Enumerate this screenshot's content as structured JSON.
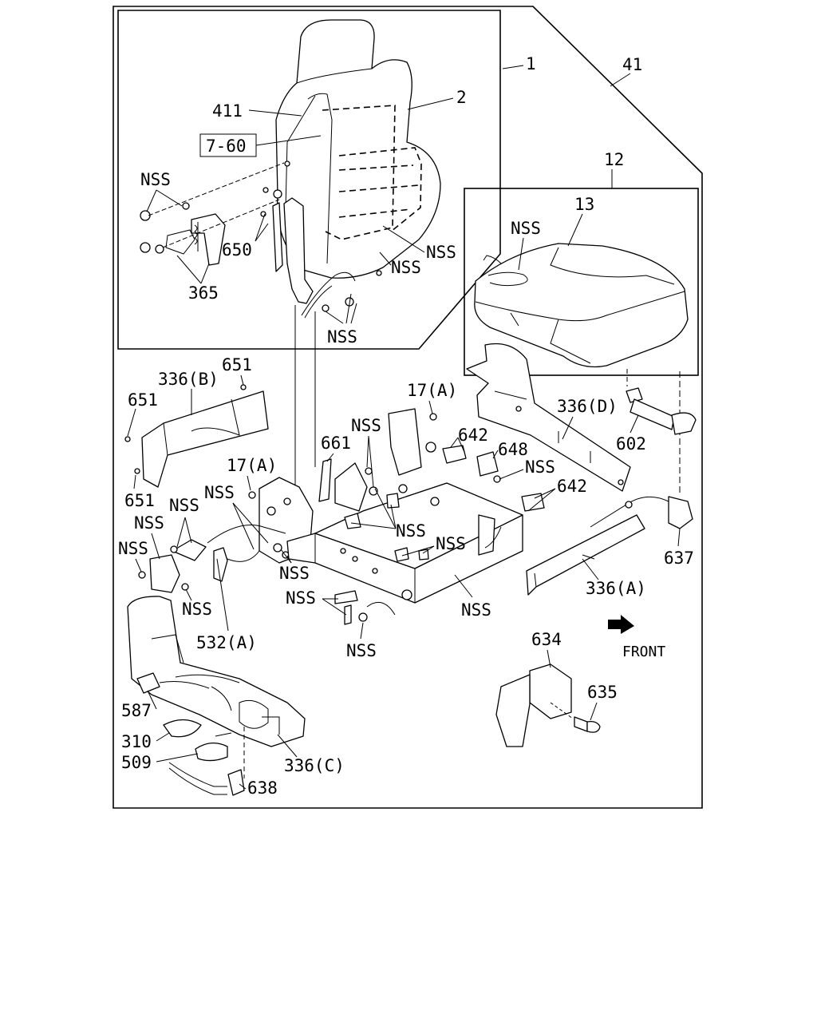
{
  "labels": {
    "l41": "41",
    "l1": "1",
    "l2": "2",
    "l411": "411",
    "l7_60": "7-60",
    "nss_back_left": "NSS",
    "l650": "650",
    "l365": "365",
    "nss_back_right1": "NSS",
    "nss_back_right2": "NSS",
    "nss_back_bottom": "NSS",
    "l12": "12",
    "l13": "13",
    "nss_cushion": "NSS",
    "l651_top": "651",
    "l336b": "336(B)",
    "l651_left": "651",
    "l651_bottom": "651",
    "l17a_left": "17(A)",
    "nss_a": "NSS",
    "nss_b": "NSS",
    "nss_c": "NSS",
    "nss_d": "NSS",
    "nss_e": "NSS",
    "l17a_center": "17(A)",
    "nss_center1": "NSS",
    "l661": "661",
    "l642_a": "642",
    "l648": "648",
    "nss_648": "NSS",
    "l642_b": "642",
    "l336d": "336(D)",
    "l602": "602",
    "nss_center2": "NSS",
    "nss_center3": "NSS",
    "nss_center4": "NSS",
    "nss_center5": "NSS",
    "nss_frame": "NSS",
    "nss_bottom": "NSS",
    "l637": "637",
    "l336a": "336(A)",
    "front": "FRONT",
    "l532a": "532(A)",
    "l587": "587",
    "l310": "310",
    "l509": "509",
    "l336c": "336(C)",
    "l638": "638",
    "l634": "634",
    "l635": "635"
  }
}
